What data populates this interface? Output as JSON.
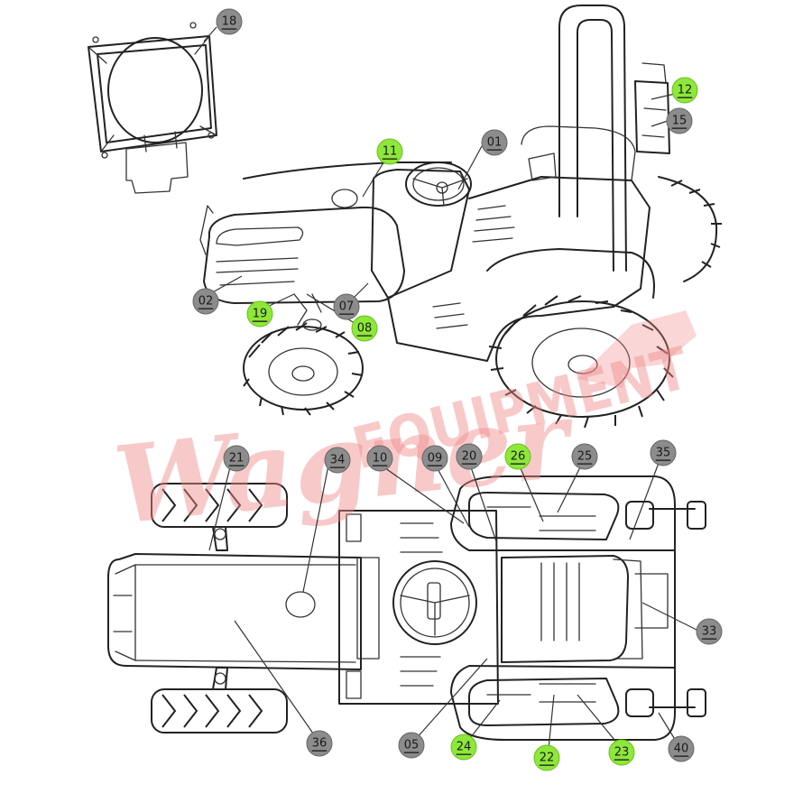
{
  "watermark": {
    "script_text": "Wagner",
    "block_text": "EQUIPMENT",
    "color": "#f08a8a"
  },
  "colors": {
    "badge_default": "#8c8c8c",
    "badge_highlight": "#8ee83a",
    "line": "#222222"
  },
  "callouts": [
    {
      "id": "c18",
      "label": "18",
      "highlight": false
    },
    {
      "id": "c12",
      "label": "12",
      "highlight": true
    },
    {
      "id": "c15",
      "label": "15",
      "highlight": false
    },
    {
      "id": "c11",
      "label": "11",
      "highlight": true
    },
    {
      "id": "c01",
      "label": "01",
      "highlight": false
    },
    {
      "id": "c02",
      "label": "02",
      "highlight": false
    },
    {
      "id": "c19",
      "label": "19",
      "highlight": true
    },
    {
      "id": "c07",
      "label": "07",
      "highlight": false
    },
    {
      "id": "c08",
      "label": "08",
      "highlight": true
    },
    {
      "id": "c21",
      "label": "21",
      "highlight": false
    },
    {
      "id": "c34",
      "label": "34",
      "highlight": false
    },
    {
      "id": "c10",
      "label": "10",
      "highlight": false
    },
    {
      "id": "c09",
      "label": "09",
      "highlight": false
    },
    {
      "id": "c20",
      "label": "20",
      "highlight": false
    },
    {
      "id": "c26",
      "label": "26",
      "highlight": true
    },
    {
      "id": "c25",
      "label": "25",
      "highlight": false
    },
    {
      "id": "c35",
      "label": "35",
      "highlight": false
    },
    {
      "id": "c33",
      "label": "33",
      "highlight": false
    },
    {
      "id": "c36",
      "label": "36",
      "highlight": false
    },
    {
      "id": "c05",
      "label": "05",
      "highlight": false
    },
    {
      "id": "c24",
      "label": "24",
      "highlight": true
    },
    {
      "id": "c22",
      "label": "22",
      "highlight": true
    },
    {
      "id": "c23",
      "label": "23",
      "highlight": true
    },
    {
      "id": "c40",
      "label": "40",
      "highlight": false
    }
  ]
}
